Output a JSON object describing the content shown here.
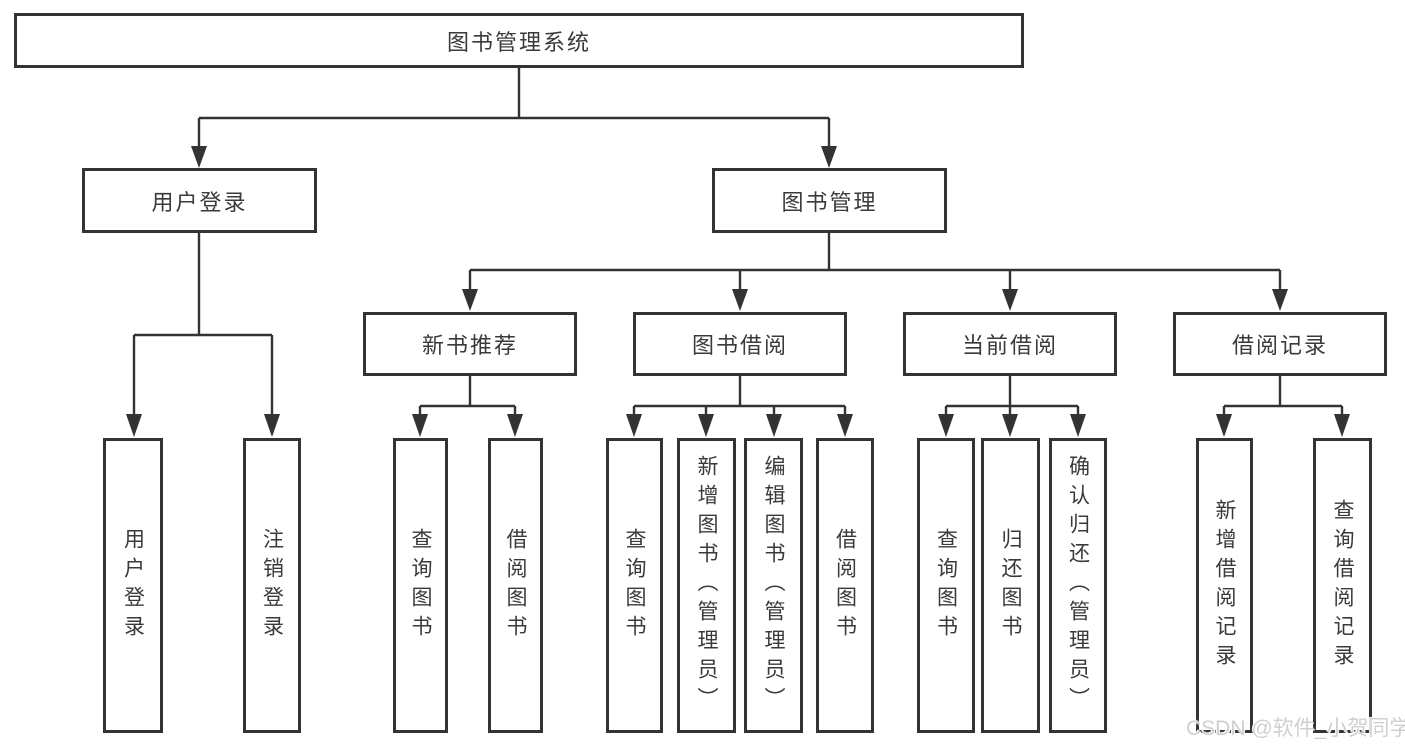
{
  "diagram": {
    "root": {
      "label": "图书管理系统"
    },
    "level2": [
      {
        "id": "user-login",
        "label": "用户登录"
      },
      {
        "id": "book-management",
        "label": "图书管理"
      }
    ],
    "level3": [
      {
        "id": "new-book-recommend",
        "label": "新书推荐"
      },
      {
        "id": "book-borrow",
        "label": "图书借阅"
      },
      {
        "id": "current-borrow",
        "label": "当前借阅"
      },
      {
        "id": "borrow-records",
        "label": "借阅记录"
      }
    ],
    "leaves": {
      "user": [
        "用户登录",
        "注销登录"
      ],
      "newbook": [
        "查询图书",
        "借阅图书"
      ],
      "borrow": [
        "查询图书",
        "新增图书（管理员）",
        "编辑图书（管理员）",
        "借阅图书"
      ],
      "current": [
        "查询图书",
        "归还图书",
        "确认归还（管理员）"
      ],
      "records": [
        "新增借阅记录",
        "查询借阅记录"
      ]
    }
  },
  "colors": {
    "line": "#333333",
    "text": "#3a3a3a",
    "background": "#ffffff",
    "watermark": "#cdd0d4"
  },
  "watermark": {
    "text": "CSDN @软件_小贺同学"
  }
}
